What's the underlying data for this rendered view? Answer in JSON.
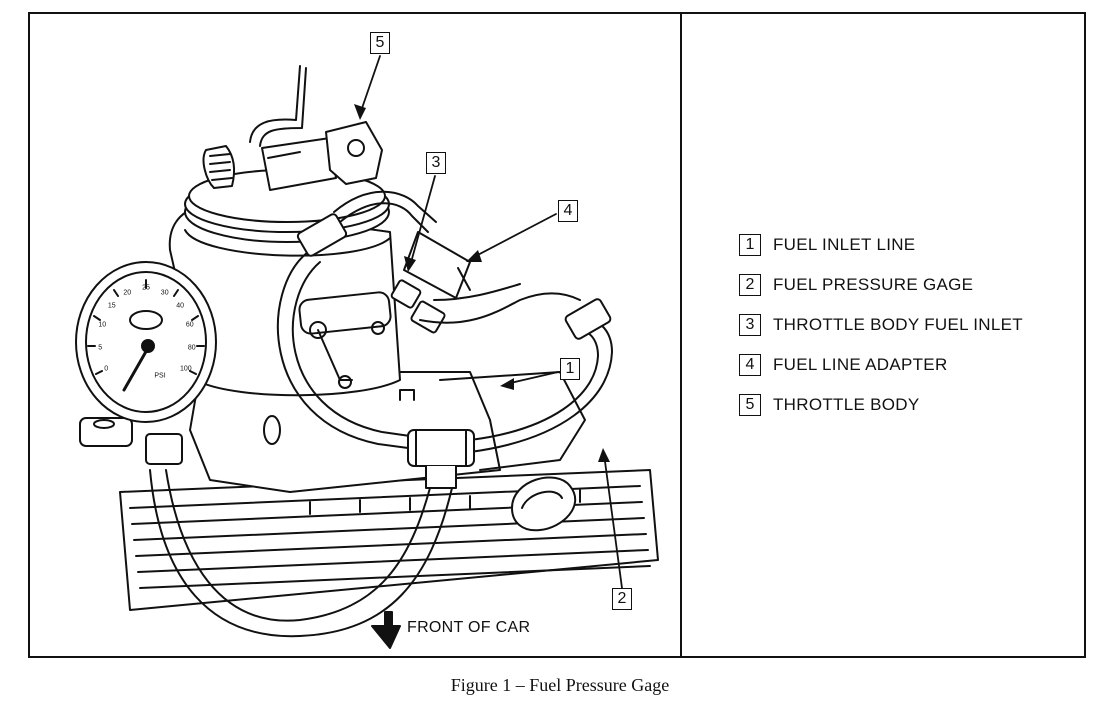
{
  "callouts": {
    "c1": "1",
    "c2": "2",
    "c3": "3",
    "c4": "4",
    "c5": "5"
  },
  "legend": [
    {
      "number": "1",
      "label": "FUEL INLET LINE"
    },
    {
      "number": "2",
      "label": "FUEL PRESSURE GAGE"
    },
    {
      "number": "3",
      "label": "THROTTLE BODY FUEL INLET"
    },
    {
      "number": "4",
      "label": "FUEL LINE ADAPTER"
    },
    {
      "number": "5",
      "label": "THROTTLE BODY"
    }
  ],
  "front_of_car": "FRONT OF CAR",
  "caption": "Figure 1 – Fuel Pressure Gage",
  "gauge": {
    "ticks": [
      "0",
      "5",
      "10",
      "15",
      "20",
      "25",
      "30",
      "40",
      "60",
      "80",
      "100"
    ],
    "unit": "PSI"
  }
}
